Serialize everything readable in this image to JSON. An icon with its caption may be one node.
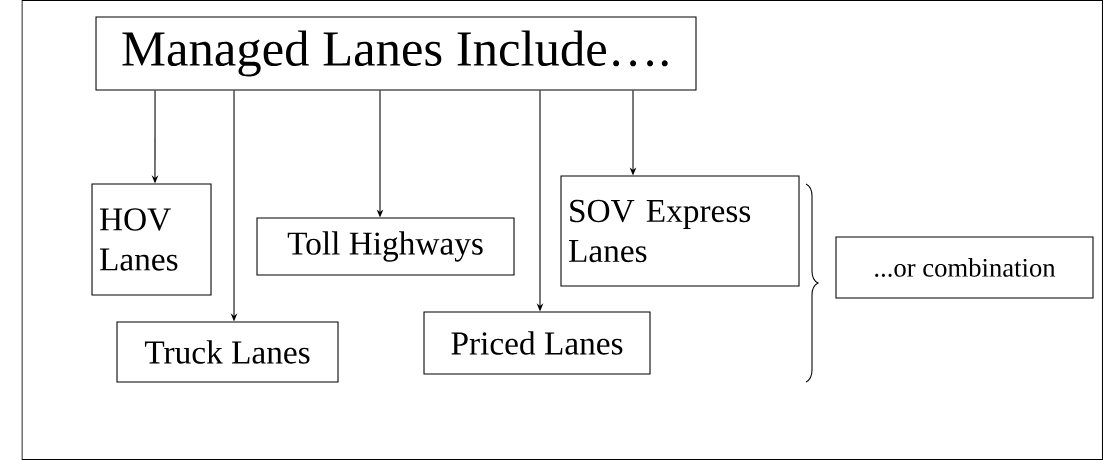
{
  "diagram": {
    "nodes": [
      {
        "text": [
          "Managed Lanes Include…."
        ]
      },
      {
        "text": [
          "HOV Lanes"
        ]
      },
      {
        "text": [
          "Truck Lanes"
        ]
      },
      {
        "text": [
          "Toll Highways"
        ]
      },
      {
        "text": [
          "Priced Lanes"
        ]
      },
      {
        "text": [
          "SOV Express Lanes"
        ]
      },
      {
        "text": [
          "...or combination"
        ]
      }
    ],
    "edges": [
      {
        "from": 0,
        "to": 1,
        "arrow": "to"
      },
      {
        "from": 0,
        "to": 2,
        "arrow": "to"
      },
      {
        "from": 0,
        "to": 3,
        "arrow": "to"
      },
      {
        "from": 0,
        "to": 4,
        "arrow": "to"
      },
      {
        "from": 0,
        "to": 5,
        "arrow": "to"
      }
    ]
  }
}
